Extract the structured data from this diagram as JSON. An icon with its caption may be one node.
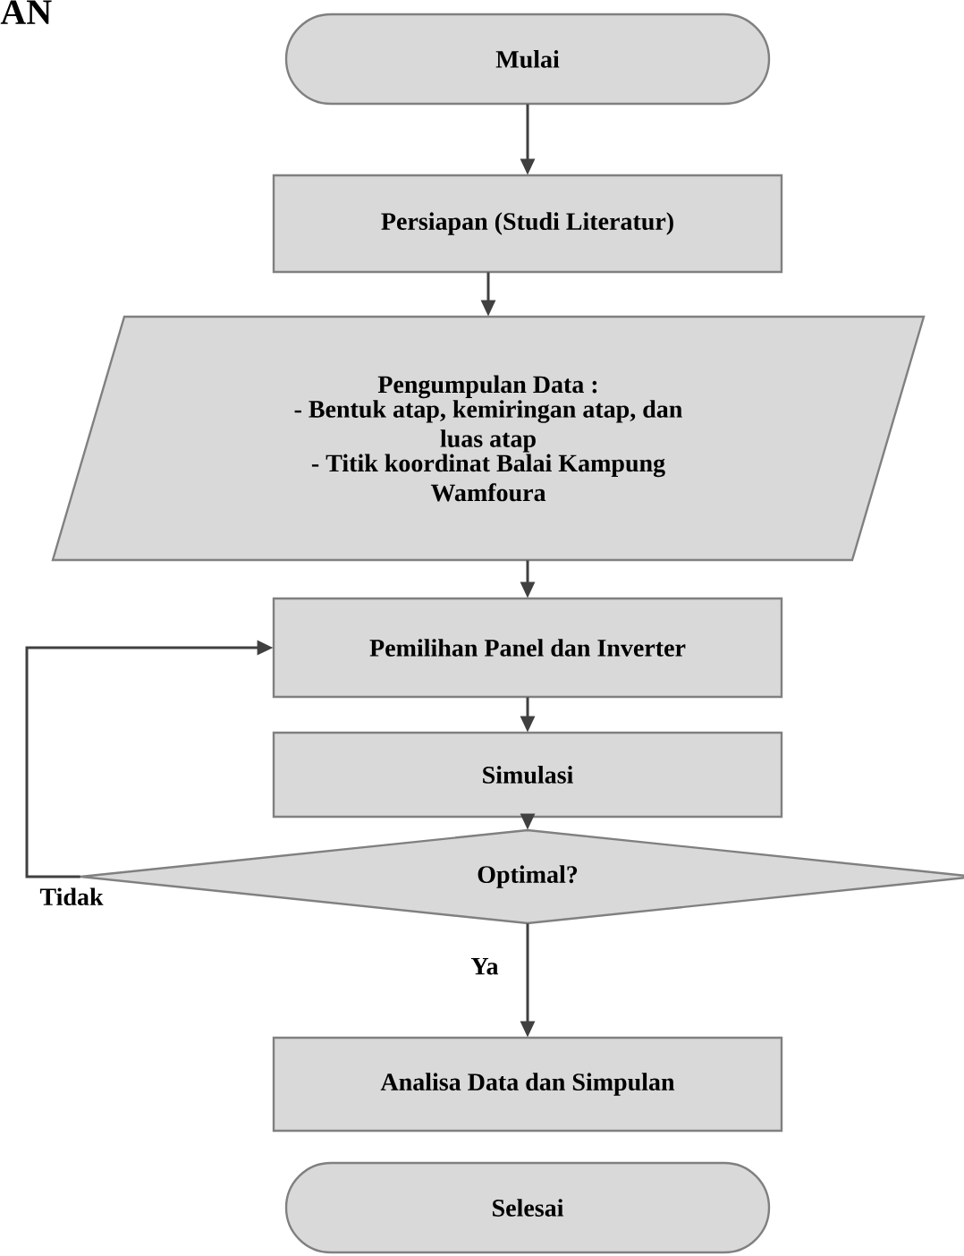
{
  "diagram": {
    "nodes": [
      {
        "text": [
          "Mulai"
        ]
      },
      {
        "text": [
          "Persiapan (Studi Literatur)"
        ]
      },
      {
        "text": [
          "Pengumpulan Data :",
          "- Bentuk atap, kemiringan atap, dan luas atap",
          "- Titik koordinat Balai Kampung Wamfoura"
        ]
      },
      {
        "text": [
          "Pemilihan Panel dan Inverter"
        ]
      },
      {
        "text": [
          "Simulasi"
        ]
      },
      {
        "text": [
          "Optimal?"
        ]
      },
      {
        "text": [
          "Analisa Data dan Simpulan"
        ]
      },
      {
        "text": [
          "Selesai"
        ]
      }
    ],
    "edges": [
      {
        "from": 0,
        "to": 1,
        "arrow": "to"
      },
      {
        "from": 1,
        "to": 2,
        "arrow": "to"
      },
      {
        "from": 2,
        "to": 3,
        "arrow": "to"
      },
      {
        "from": 3,
        "to": 4,
        "arrow": "to"
      },
      {
        "from": 4,
        "to": 5,
        "arrow": "to"
      },
      {
        "from": 5,
        "to": 6,
        "arrow": "to",
        "label": "Ya"
      },
      {
        "from": 5,
        "to": 3,
        "arrow": "to",
        "label": "Tidak"
      }
    ],
    "labels": [
      "AN"
    ]
  }
}
